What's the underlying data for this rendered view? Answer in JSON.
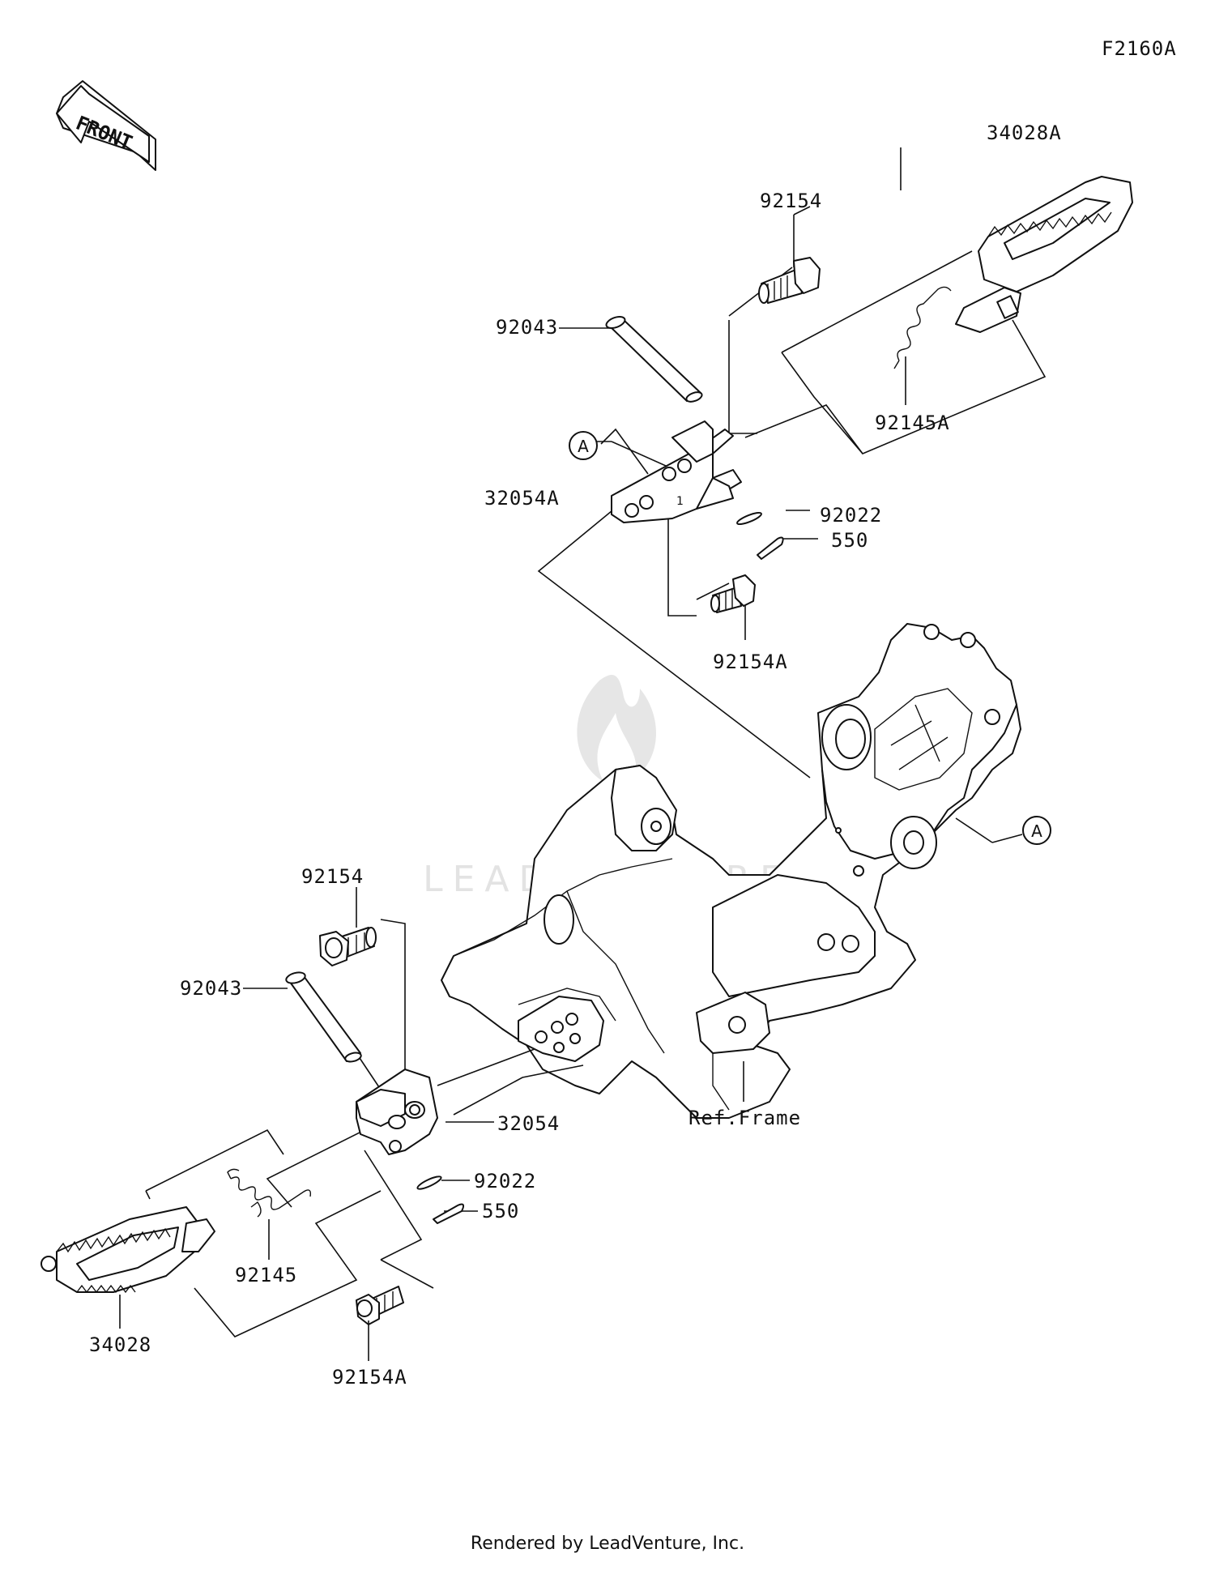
{
  "figure_code": "F2160A",
  "front_arrow_label": "FRONT",
  "ref_marker": "A",
  "upper_assembly": {
    "footpeg": "34028A",
    "bolt": "92154",
    "pin": "92043",
    "spring": "92145A",
    "bracket": "32054A",
    "washer": "92022",
    "cotter_pin": "550",
    "bolt_lower": "92154A"
  },
  "lower_assembly": {
    "bolt": "92154",
    "pin": "92043",
    "bracket": "32054",
    "washer": "92022",
    "cotter_pin": "550",
    "spring": "92145",
    "footpeg": "34028",
    "bolt_lower": "92154A"
  },
  "frame_label": "Ref.Frame",
  "bracket_marker": "1",
  "watermark": "LEADVENTURE",
  "footer": "Rendered by LeadVenture, Inc."
}
